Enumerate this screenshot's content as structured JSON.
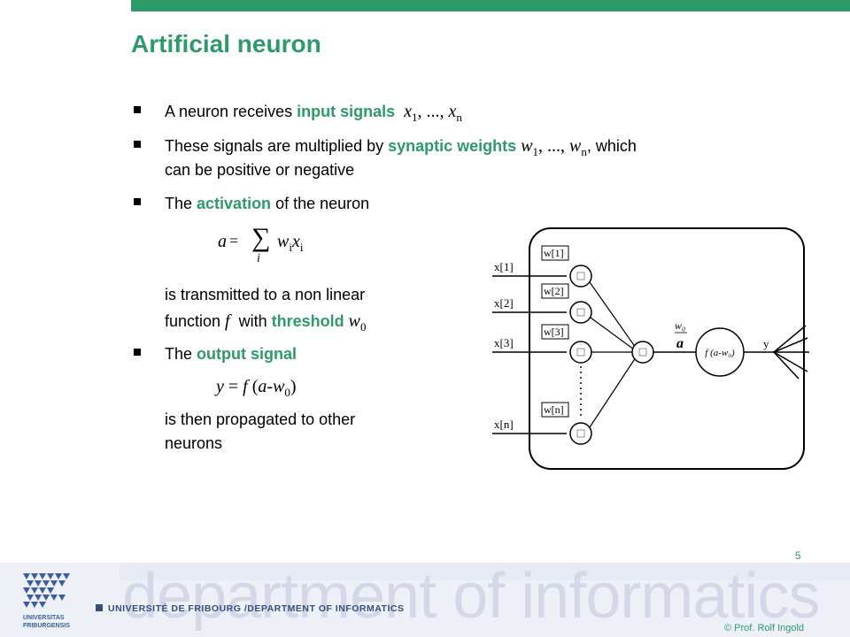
{
  "slide": {
    "title": "Artificial neuron",
    "bullet1": {
      "prefix": "A neuron receives ",
      "highlight": "input signals",
      "math_x": "x",
      "sub1": "1",
      "math_sep": ", ..., ",
      "math_x2": "x",
      "subn": "n"
    },
    "bullet2": {
      "prefix": "These signals are multiplied by ",
      "highlight": "synaptic weights",
      "math_w": "w",
      "sub1": "1",
      "math_sep": ", ..., ",
      "math_w2": "w",
      "subn": "n",
      "suffix": ", which",
      "line2": "can be positive or negative"
    },
    "bullet3": {
      "prefix": "The ",
      "highlight": "activation",
      "suffix": " of the neuron"
    },
    "formula_a": {
      "lhs": "a",
      "eq": " = ",
      "sum": "∑",
      "index": "i",
      "term_w": "w",
      "sub_w": "i",
      "term_x": "x",
      "sub_x": "i"
    },
    "transmit": {
      "line1": "is transmitted to a non linear",
      "line2_prefix": "function ",
      "f": "f",
      "line2_mid": "  with ",
      "highlight": "threshold",
      "w": "w",
      "sub0": "0"
    },
    "bullet4": {
      "prefix": "The ",
      "highlight": "output signal"
    },
    "formula_y": {
      "y": "y",
      "eq": " = ",
      "f": "f",
      "open": " (",
      "a": "a",
      "minus": "-",
      "w": "w",
      "sub0": "0",
      "close": ")"
    },
    "propagate": {
      "line1": "is then propagated to other",
      "line2": "neurons"
    }
  },
  "diagram": {
    "inputs": [
      "x[1]",
      "x[2]",
      "x[3]",
      "x[n]"
    ],
    "weights": [
      "w[1]",
      "w[2]",
      "w[3]",
      "w[n]"
    ],
    "threshold_label": "w₀",
    "activation_label": "a",
    "function_label": "f (a-w₀)",
    "output_label": "y"
  },
  "footer": {
    "page_number": "5",
    "department": "department of informatics",
    "university": "UNIVERSITÉ DE FRIBOURG /DEPARTMENT OF INFORMATICS",
    "copyright": "© Prof. Rolf Ingold",
    "logo_text1": "UNIVERSITAS",
    "logo_text2": "FRIBURGENSIS"
  },
  "colors": {
    "accent": "#2e9a6a",
    "footer_text": "#34507a",
    "department_text": "#d2d8e8"
  }
}
